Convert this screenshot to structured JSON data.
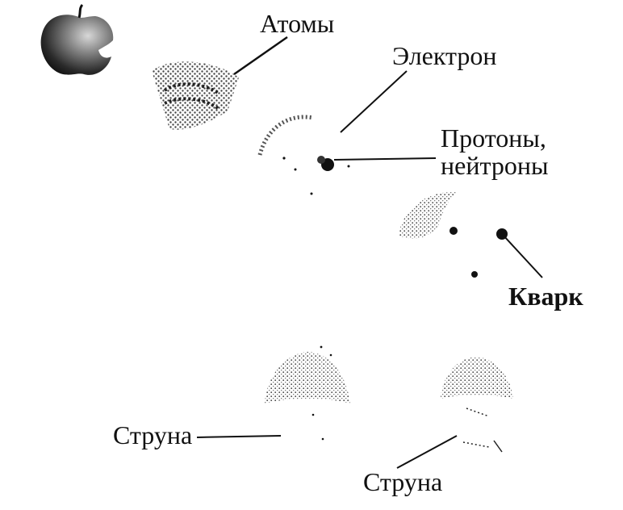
{
  "labels": {
    "atoms": "Атомы",
    "electron": "Электрон",
    "protons_line1": "Протоны,",
    "protons_line2": "нейтроны",
    "quark": "Кварк",
    "string_left": "Струна",
    "string_right": "Струна"
  },
  "colors": {
    "ink": "#111111",
    "background": "#ffffff",
    "apple_dark": "#1a1a1a",
    "apple_mid": "#6a6a6a",
    "stipple": "#4a4a4a"
  },
  "icons": {
    "apple": "apple-illustration",
    "atom_lattice": "atom-lattice-illustration",
    "atom_nucleus": "atom-with-electron-illustration",
    "nucleon": "nucleon-with-quarks-illustration",
    "string_loops": "vibrating-string-illustration"
  }
}
